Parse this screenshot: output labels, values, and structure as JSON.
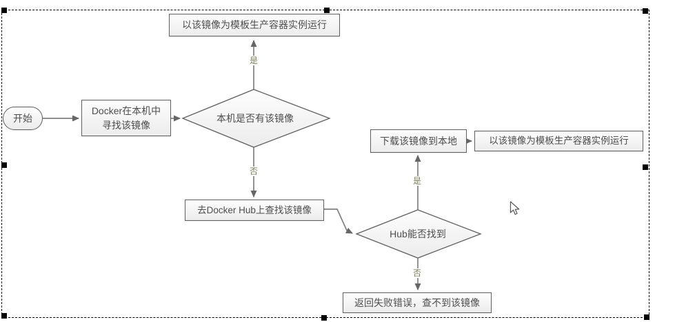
{
  "canvas": {
    "background": "#ffffff",
    "selection": {
      "border_color": "#000000",
      "handle_color": "#000000"
    }
  },
  "flowchart": {
    "nodes": {
      "start": {
        "type": "terminator",
        "label": "开始"
      },
      "find_local": {
        "type": "process",
        "line1": "Docker在本机中",
        "line2": "寻找该镜像"
      },
      "has_local": {
        "type": "decision",
        "label": "本机是否有该镜像"
      },
      "run_top": {
        "type": "process",
        "label": "以该镜像为模板生产容器实例运行"
      },
      "search_hub": {
        "type": "process",
        "label": "去Docker Hub上查找该镜像"
      },
      "hub_found": {
        "type": "decision",
        "label": "Hub能否找到"
      },
      "download": {
        "type": "process",
        "label": "下载该镜像到本地"
      },
      "run_right": {
        "type": "process",
        "label": "以该镜像为模板生产容器实例运行"
      },
      "fail": {
        "type": "process",
        "label": "返回失败错误，查不到该镜像"
      }
    },
    "edge_labels": {
      "has_local_yes": "是",
      "has_local_no": "否",
      "hub_found_yes": "是",
      "hub_found_no": "否"
    },
    "colors": {
      "node_fill_top": "#fdfdfd",
      "node_fill_bottom": "#ececec",
      "node_border": "#5f5f5f",
      "node_text": "#4d4d4d",
      "edge_stroke": "#7f7f7f",
      "arrowhead": "#666666",
      "edge_label_text": "#7e7d58"
    },
    "icons": {
      "mouse_cursor": "arrow-pointer-icon"
    }
  }
}
